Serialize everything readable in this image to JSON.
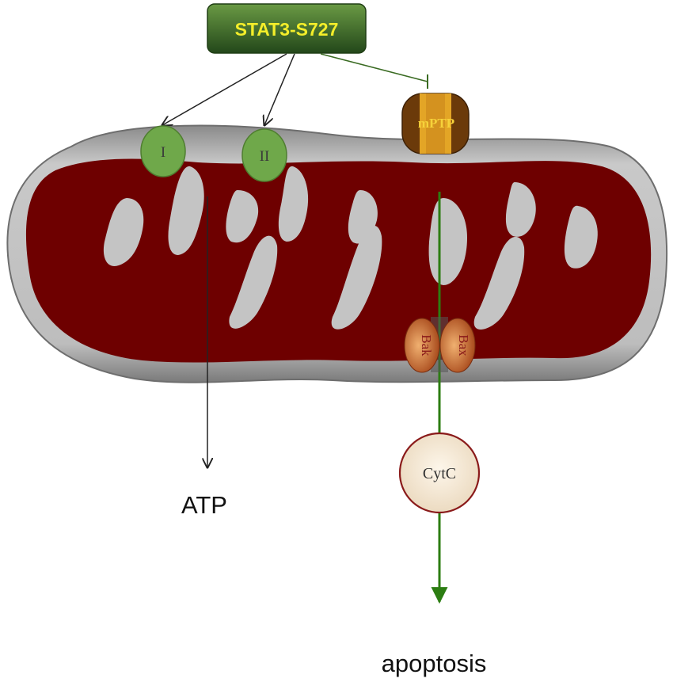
{
  "nodes": {
    "stat3": {
      "label": "STAT3-S727"
    },
    "complex_i": {
      "label": "I"
    },
    "complex_ii": {
      "label": "II"
    },
    "mptp": {
      "label": "mPTP"
    },
    "bak": {
      "label": "Bak"
    },
    "bax": {
      "label": "Bax"
    },
    "cytc": {
      "label": "CytC"
    },
    "atp": {
      "label": "ATP"
    },
    "apoptosis": {
      "label": "apoptosis"
    }
  },
  "edges": [
    {
      "from": "stat3",
      "to": "complex_i",
      "type": "activation"
    },
    {
      "from": "stat3",
      "to": "complex_ii",
      "type": "activation"
    },
    {
      "from": "stat3",
      "to": "mptp",
      "type": "inhibition"
    },
    {
      "from": "complex_i",
      "to": "atp",
      "type": "activation"
    },
    {
      "from": "mptp",
      "to": "cytc",
      "type": "flow"
    },
    {
      "from": "cytc",
      "to": "apoptosis",
      "type": "activation"
    }
  ],
  "colors": {
    "stat3_box_top": "#5e8a3a",
    "stat3_box_bottom": "#274f1a",
    "stat3_text": "#f4ee2a",
    "membrane": "#b3b3b3",
    "matrix": "#6e0000",
    "complex": "#6fa84a",
    "mptp_dark": "#6b3a0a",
    "mptp_gold": "#e3a526",
    "bak_bax": "#c9793a",
    "cytc_fill": "#f7ecd9",
    "cytc_border": "#8a1a1a",
    "pathway_green": "#2c7d12",
    "black_arrow": "#222222"
  }
}
